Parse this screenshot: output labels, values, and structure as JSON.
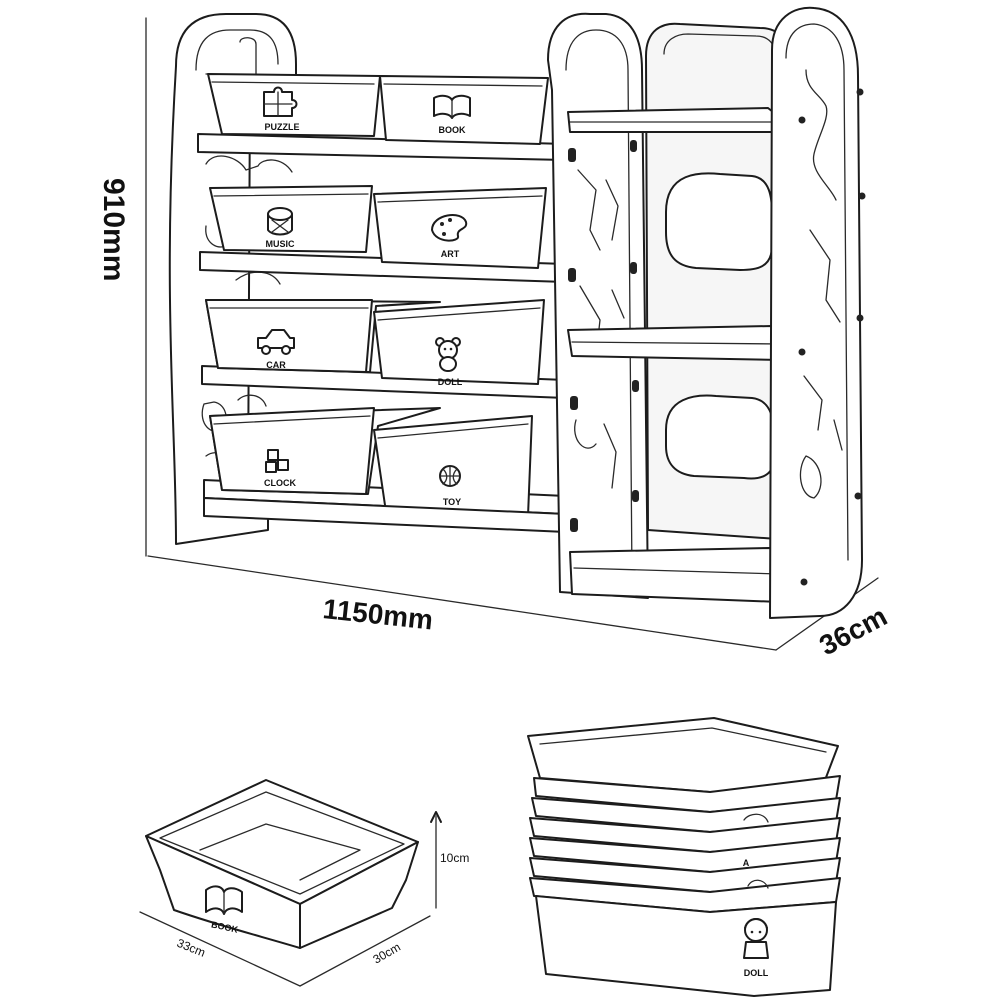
{
  "dimensions": {
    "height": "910mm",
    "width": "1150mm",
    "depth": "36cm",
    "bin_width": "33cm",
    "bin_depth": "30cm",
    "bin_height": "10cm"
  },
  "bins": [
    {
      "label": "PUZZLE",
      "icon": "puzzle-icon"
    },
    {
      "label": "BOOK",
      "icon": "book-icon"
    },
    {
      "label": "MUSIC",
      "icon": "drum-icon"
    },
    {
      "label": "ART",
      "icon": "palette-icon"
    },
    {
      "label": "CAR",
      "icon": "car-icon"
    },
    {
      "label": "DOLL",
      "icon": "bear-icon"
    },
    {
      "label": "CLOCK",
      "icon": "abc-blocks-icon"
    },
    {
      "label": "TOY",
      "icon": "ball-icon"
    }
  ],
  "single_bin": {
    "label": "BOOK",
    "icon": "book-icon"
  },
  "stack": {
    "label": "DOLL",
    "icon": "doll-icon",
    "visible_letter": "A"
  }
}
